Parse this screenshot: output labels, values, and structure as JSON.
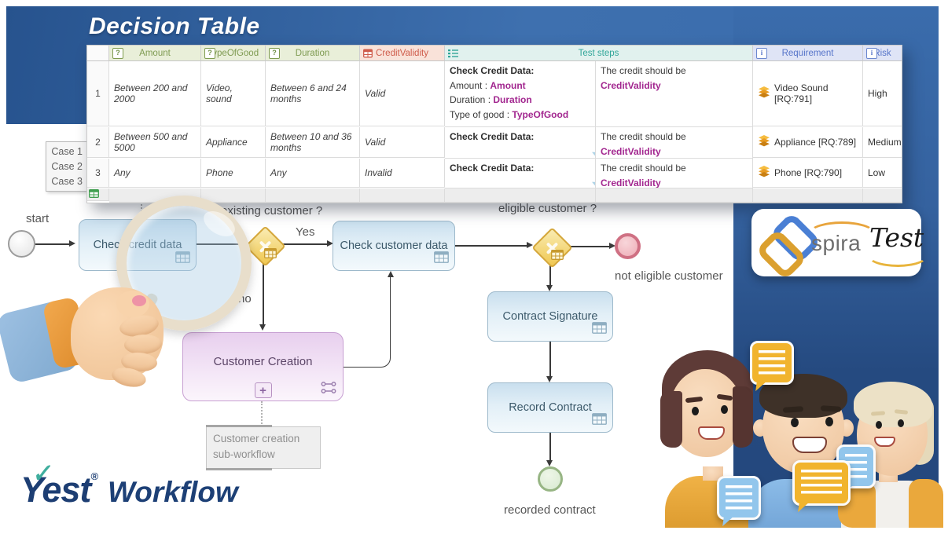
{
  "title": "Decision Table",
  "decision_table": {
    "headers": {
      "amount": "Amount",
      "type_of_good": "TypeOfGood",
      "duration": "Duration",
      "credit_validity": "CreditValidity",
      "test_steps": "Test steps",
      "requirement": "Requirement",
      "risk": "Risk"
    },
    "rows": [
      {
        "num": "1",
        "amount": "Between 200 and 2000",
        "type_of_good": "Video, sound",
        "duration": "Between 6 and 24 months",
        "credit_validity": "Valid",
        "step_title": "Check Credit Data:",
        "params": [
          {
            "label": "Amount : ",
            "value": "Amount"
          },
          {
            "label": "Duration : ",
            "value": "Duration"
          },
          {
            "label": "Type of good : ",
            "value": "TypeOfGood"
          }
        ],
        "expected_prefix": "The credit should be ",
        "expected_value": "CreditValidity",
        "requirement": "Video Sound [RQ:791]",
        "risk": "High"
      },
      {
        "num": "2",
        "amount": "Between 500 and 5000",
        "type_of_good": "Appliance",
        "duration": "Between 10 and 36 months",
        "credit_validity": "Valid",
        "step_title": "Check Credit Data:",
        "expected_prefix": "The credit should be ",
        "expected_value": "CreditValidity",
        "requirement": "Appliance [RQ:789]",
        "risk": "Medium"
      },
      {
        "num": "3",
        "amount": "Any",
        "type_of_good": "Phone",
        "duration": "Any",
        "credit_validity": "Invalid",
        "step_title": "Check Credit Data:",
        "expected_prefix": "The credit should be ",
        "expected_value": "CreditValidity",
        "requirement": "Phone [RQ:790]",
        "risk": "Low"
      }
    ]
  },
  "cases_panel": {
    "items": [
      "Case 1",
      "Case 2",
      "Case 3"
    ]
  },
  "workflow": {
    "start_label": "start",
    "task_check_credit": "Check credit data",
    "gateway_existing_label": "existing customer ?",
    "edge_yes": "Yes",
    "edge_no": "no",
    "task_check_customer": "Check customer data",
    "gateway_eligible_label": "eligible customer ?",
    "end_not_eligible": "not eligible customer",
    "task_contract_signature": "Contract Signature",
    "task_record_contract": "Record Contract",
    "end_recorded": "recorded contract",
    "task_customer_creation": "Customer Creation",
    "note_line1": "Customer creation",
    "note_line2": "sub-workflow"
  },
  "logos": {
    "spiratest": {
      "spira": "spira",
      "test": "Test"
    },
    "yest": {
      "name": "Yest",
      "reg": "®",
      "product": "Workflow"
    }
  },
  "colors": {
    "banner_blue_dark": "#27538e",
    "banner_blue_light": "#3e70af",
    "side_panel_top": "#3a6cac",
    "side_panel_bottom": "#24477c",
    "header_condition_bg": "#e9efd9",
    "header_condition_text": "#7f9b52",
    "header_result_bg": "#f9e2d9",
    "header_result_text": "#cf5c4b",
    "header_steps_bg": "#e1f1ee",
    "header_steps_text": "#31a699",
    "header_info_bg": "#dfe4f6",
    "header_info_text": "#5674c9",
    "param_magenta": "#a2268f",
    "task_border": "#9db9cb",
    "subprocess_border": "#c79fd2",
    "gateway_border": "#d5a73a",
    "end_error_ring": "#cf7083",
    "end_success_ring": "#97b584",
    "requirement_icon_orange": "#e89b22",
    "yest_navy": "#1d3e73",
    "yest_teal": "#3fae9e",
    "spira_orange": "#e8a43c",
    "spira_blue": "#4a7fd4"
  }
}
